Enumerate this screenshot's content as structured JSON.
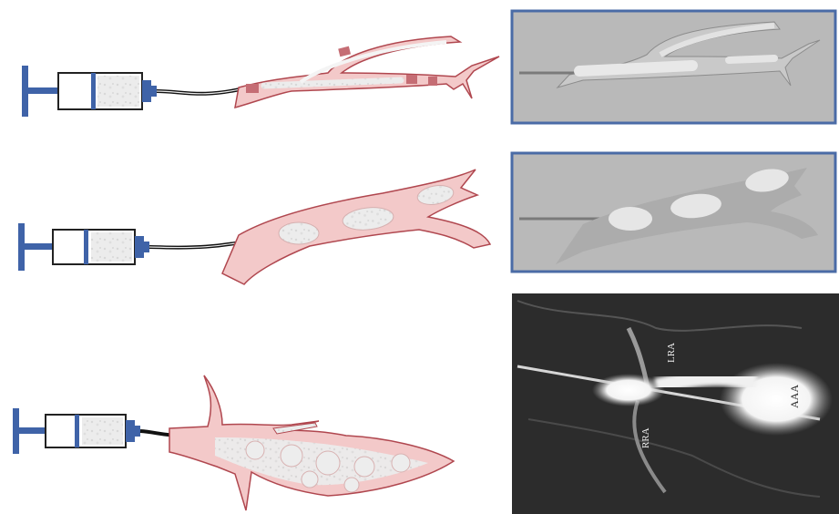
{
  "labels": {
    "lra": "LRA",
    "rra": "RRA",
    "aaa": "AAA"
  },
  "colors": {
    "syringe_blue": "#3f63a8",
    "vessel_fill": "#f3c9c9",
    "vessel_stroke": "#b0474f",
    "vessel_band": "#c56d74",
    "embolus_fill": "#e6e6e6",
    "panel_gray": "#b8b8b8",
    "panel_border": "#4a6ba6",
    "angio_bg": "#2c2c2c"
  },
  "icons": [
    "syringe-icon"
  ]
}
